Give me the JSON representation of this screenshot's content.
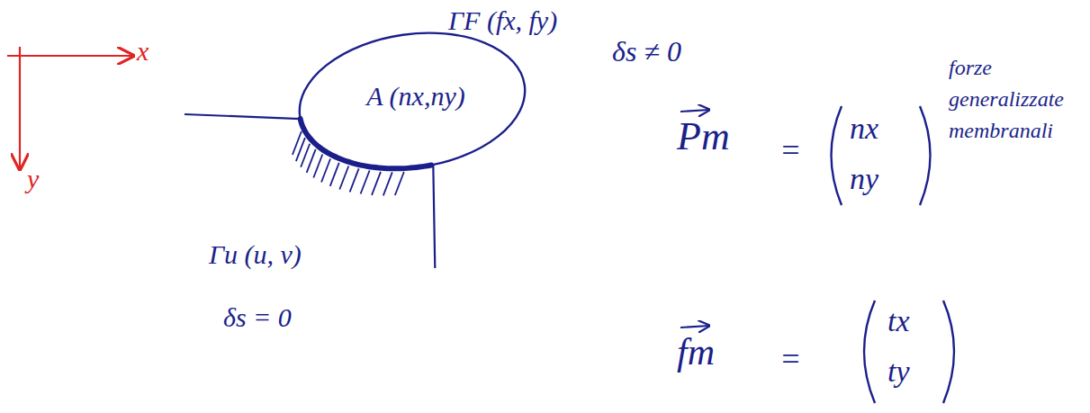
{
  "diagram": {
    "nodes": [
      {
        "text": [
          "A (nx,ny)"
        ]
      }
    ],
    "labels": [
      "x",
      "y",
      "ΓF (fx, fy)",
      "δs ≠ 0",
      "Γu (u, v)",
      "δs = 0",
      "Pm",
      "=",
      "nx",
      "ny",
      "forze generalizzate membranali",
      "fm",
      "=",
      "tx",
      "ty"
    ]
  }
}
